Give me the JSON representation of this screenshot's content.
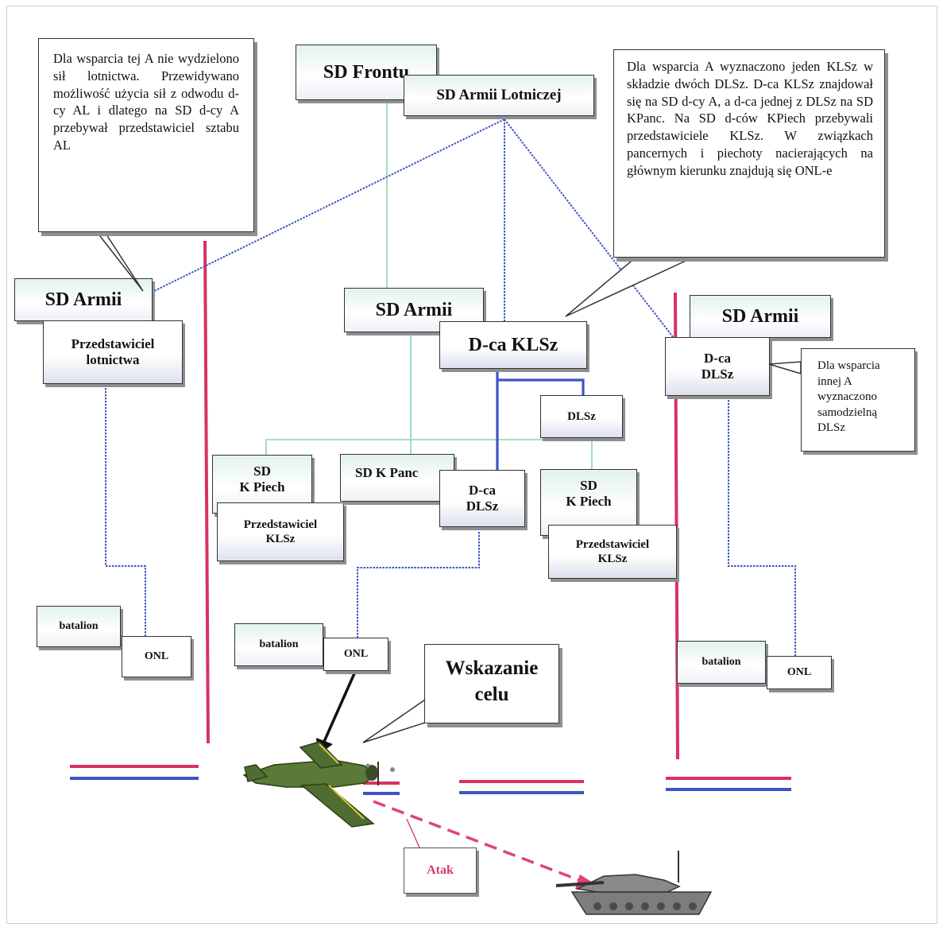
{
  "nodes": {
    "sd_frontu": "SD Frontu",
    "sd_armii_lotniczej": "SD Armii Lotniczej",
    "sd_armii_left": "SD Armii",
    "przedstawiciel_lotnictwa_line1": "Przedstawiciel",
    "przedstawiciel_lotnictwa_line2": "lotnictwa",
    "sd_armii_center": "SD Armii",
    "dca_klsz": "D-ca KLSz",
    "dlsz_center": "DLSz",
    "sd_armii_right": "SD Armii",
    "dca_dlsz_right_line1": "D-ca",
    "dca_dlsz_right_line2": "DLSz",
    "sd_k_piech_left_line1": "SD",
    "sd_k_piech_left_line2": "K Piech",
    "przedstawiciel_klsz_left_line1": "Przedstawiciel",
    "przedstawiciel_klsz_left_line2": "KLSz",
    "sd_k_panc": "SD K Panc",
    "dca_dlsz_center_line1": "D-ca",
    "dca_dlsz_center_line2": "DLSz",
    "sd_k_piech_right_line1": "SD",
    "sd_k_piech_right_line2": "K Piech",
    "przedstawiciel_klsz_right_line1": "Przedstawiciel",
    "przedstawiciel_klsz_right_line2": "KLSz",
    "batalion_left": "batalion",
    "onl_left": "ONL",
    "batalion_center": "batalion",
    "onl_center": "ONL",
    "batalion_right": "batalion",
    "onl_right": "ONL"
  },
  "notes": {
    "left": "Dla wsparcia tej A nie wydzielono sił lotnictwa. Przewidywano możliwość użycia sił z odwodu d-cy AL i dlatego na SD d-cy A przebywał przedstawiciel sztabu AL",
    "top_right": "Dla wsparcia A wyznaczono jeden KLSz w składzie dwóch DLSz. D-ca KLSz znajdował się na SD d-cy A, a d-ca jednej z DLSz na SD KPanc. Na SD d-ców KPiech przebywali przedstawiciele KLSz. W związkach pancernych i piechoty nacierających na głównym kierunku znajdują się ONL-e",
    "right": "Dla wsparcia innej A wyznaczono samodzielną DLSz"
  },
  "labels": {
    "wskazanie_line1": "Wskazanie",
    "wskazanie_line2": "celu",
    "atak": "Atak"
  },
  "colors": {
    "boundary": "#d8325f",
    "blue_line": "#3d55c2",
    "green_line": "#86d6b2",
    "attack_arrow": "#e0427a"
  }
}
